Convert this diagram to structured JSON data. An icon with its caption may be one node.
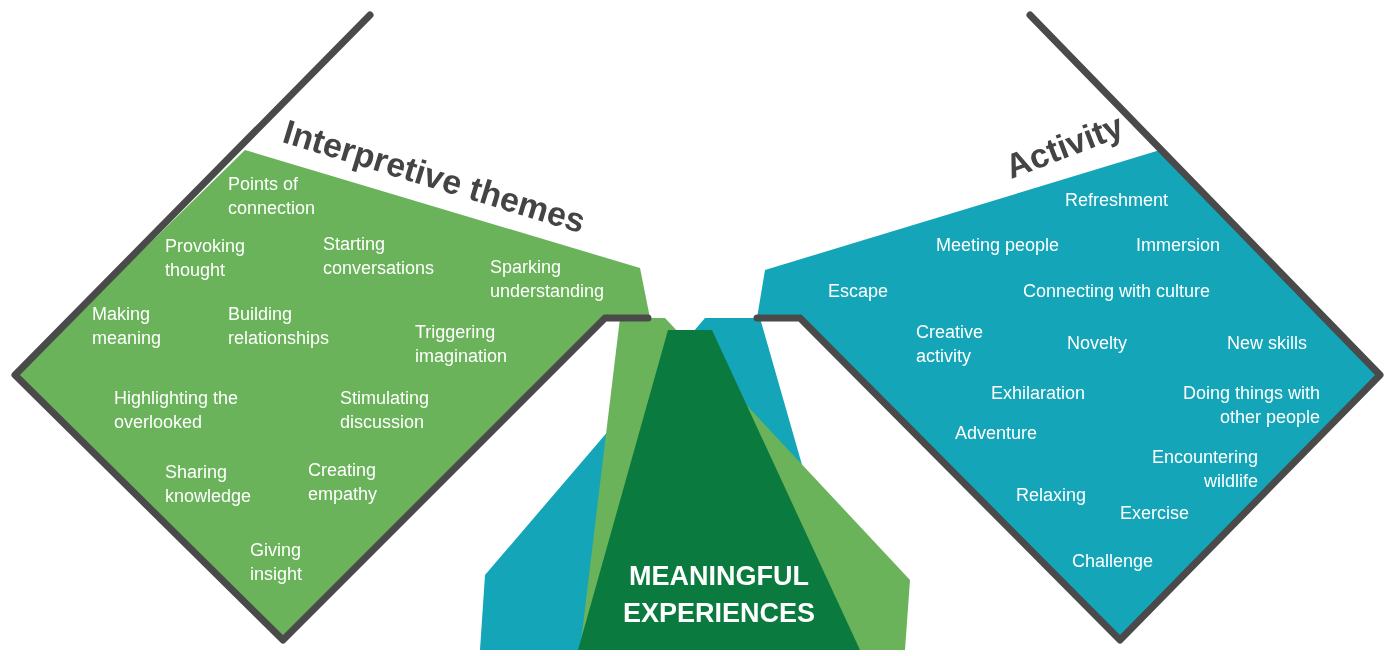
{
  "diagram": {
    "nodes": [
      {
        "text": [
          "Interpretive themes"
        ]
      },
      {
        "text": [
          "Activity"
        ]
      },
      {
        "text": [
          "MEANINGFUL EXPERIENCES"
        ]
      }
    ],
    "labels": [
      "Points of connection",
      "Provoking thought",
      "Starting conversations",
      "Sparking understanding",
      "Making meaning",
      "Building relationships",
      "Triggering imagination",
      "Highlighting the overlooked",
      "Stimulating discussion",
      "Sharing knowledge",
      "Creating empathy",
      "Giving insight",
      "Refreshment",
      "Meeting people",
      "Immersion",
      "Escape",
      "Connecting with culture",
      "Creative activity",
      "Novelty",
      "New skills",
      "Exhilaration",
      "Doing things with other people",
      "Adventure",
      "Encountering wildlife",
      "Relaxing",
      "Exercise",
      "Challenge"
    ]
  }
}
